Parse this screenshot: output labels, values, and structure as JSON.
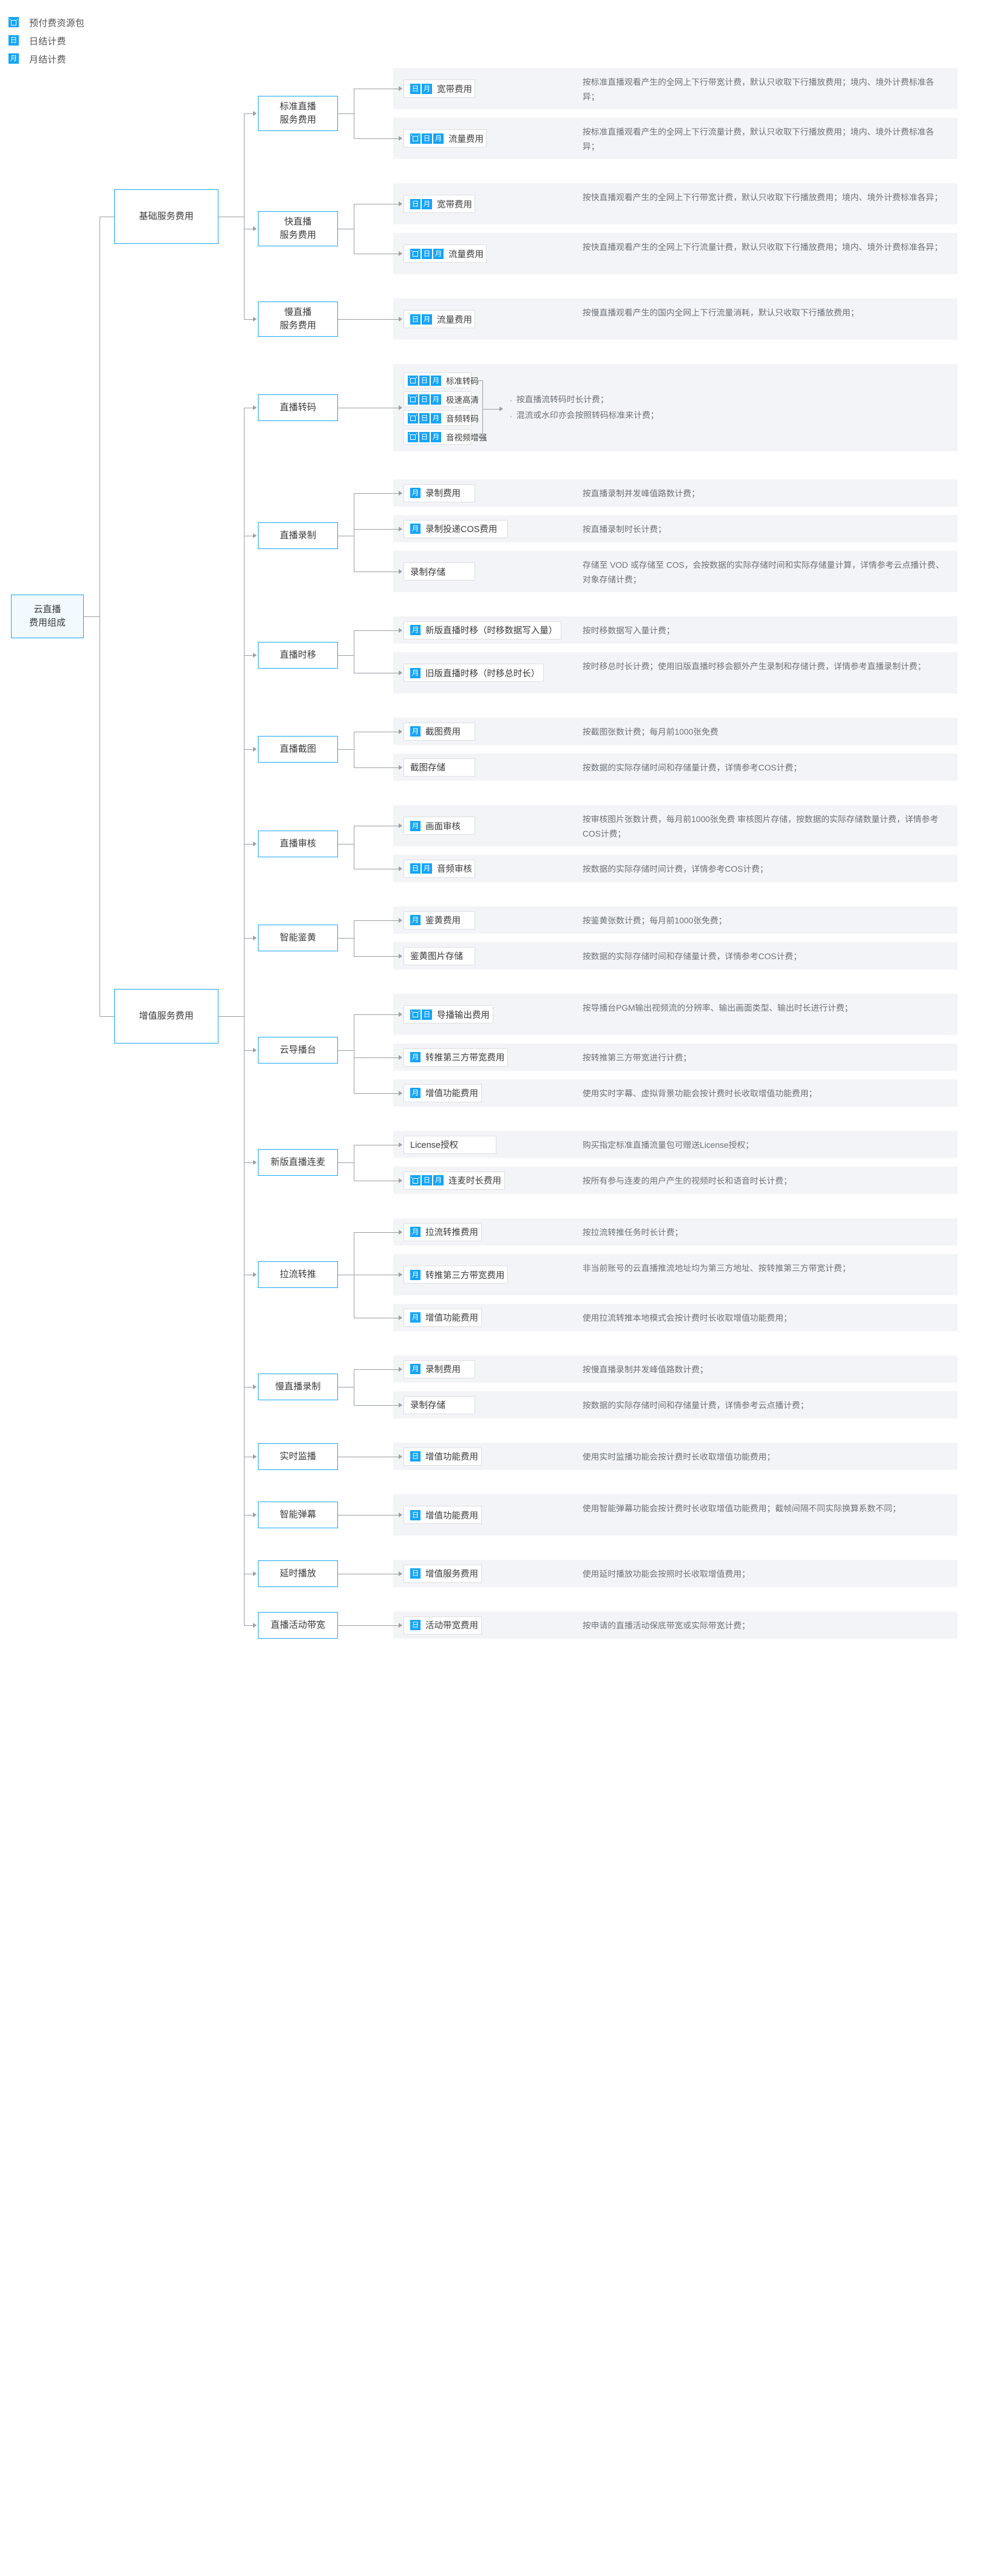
{
  "legend": {
    "items": [
      {
        "icons": [
          "pkg"
        ],
        "label": "预付费资源包"
      },
      {
        "icons": [
          "day"
        ],
        "label": "日结计费"
      },
      {
        "icons": [
          "month"
        ],
        "label": "月结计费"
      }
    ]
  },
  "icon_names": {
    "pkg": "包",
    "day": "日",
    "month": "月"
  },
  "colors": {
    "accent": "#17A7FB",
    "badge": "#15A4FA",
    "strip": "#F2F4F7",
    "line": "#9b9fa4",
    "root_fill": "#F2FAFF",
    "text": "#3b3b3b",
    "desc_text": "#6d7278"
  },
  "root": {
    "line1": "云直播",
    "line2": "费用组成"
  },
  "level2": [
    {
      "label": "基础服务费用"
    },
    {
      "label": "增值服务费用"
    }
  ],
  "groups": [
    {
      "name": "标准直播服务费用",
      "label_l1": "标准直播",
      "label_l2": "服务费用",
      "leaves": [
        {
          "icons": [
            "day",
            "month"
          ],
          "label": "宽带费用",
          "desc": "按标准直播观看产生的全网上下行带宽计费，默认只收取下行播放费用；境内、境外计费标准各异；"
        },
        {
          "icons": [
            "pkg",
            "day",
            "month"
          ],
          "label": "流量费用",
          "desc": "按标准直播观看产生的全网上下行流量计费，默认只收取下行播放费用；境内、境外计费标准各异；"
        }
      ]
    },
    {
      "name": "快直播服务费用",
      "label_l1": "快直播",
      "label_l2": "服务费用",
      "leaves": [
        {
          "icons": [
            "day",
            "month"
          ],
          "label": "宽带费用",
          "desc": "按快直播观看产生的全网上下行带宽计费，默认只收取下行播放费用；境内、境外计费标准各异；"
        },
        {
          "icons": [
            "pkg",
            "day",
            "month"
          ],
          "label": "流量费用",
          "desc": "按快直播观看产生的全网上下行流量计费，默认只收取下行播放费用；境内、境外计费标准各异；"
        }
      ]
    },
    {
      "name": "慢直播服务费用",
      "label_l1": "慢直播",
      "label_l2": "服务费用",
      "leaves": [
        {
          "icons": [
            "day",
            "month"
          ],
          "label": "流量费用",
          "desc": "按慢直播观看产生的国内全网上下行流量消耗，默认只收取下行播放费用；"
        }
      ]
    },
    {
      "name": "直播转码",
      "label_l1": "直播转码",
      "label_l2": "",
      "sub_leaves": [
        {
          "icons": [
            "pkg",
            "day",
            "month"
          ],
          "label": "标准转码"
        },
        {
          "icons": [
            "pkg",
            "day",
            "month"
          ],
          "label": "极速高清"
        },
        {
          "icons": [
            "pkg",
            "day",
            "month"
          ],
          "label": "音频转码"
        },
        {
          "icons": [
            "pkg",
            "day",
            "month"
          ],
          "label": "音视频增强"
        }
      ],
      "notes": [
        "按直播流转码时长计费；",
        "混流或水印亦会按照转码标准来计费；"
      ]
    },
    {
      "name": "直播录制",
      "label_l1": "直播录制",
      "label_l2": "",
      "leaves": [
        {
          "icons": [
            "month"
          ],
          "label": "录制费用",
          "desc": "按直播录制并发峰值路数计费；"
        },
        {
          "icons": [
            "month"
          ],
          "label": "录制投递COS费用",
          "desc": "按直播录制时长计费；"
        },
        {
          "icons": [],
          "label": "录制存储",
          "desc": "存储至 VOD 或存储至 COS，会按数据的实际存储时间和实际存储量计算，详情参考云点播计费、对象存储计费；"
        }
      ]
    },
    {
      "name": "直播时移",
      "label_l1": "直播时移",
      "label_l2": "",
      "leaves": [
        {
          "icons": [
            "month"
          ],
          "label": "新版直播时移（时移数据写入量）",
          "desc": "按时移数据写入量计费；"
        },
        {
          "icons": [
            "month"
          ],
          "label": "旧版直播时移（时移总时长）",
          "desc": "按时移总时长计费；使用旧版直播时移会额外产生录制和存储计费，详情参考直播录制计费；"
        }
      ]
    },
    {
      "name": "直播截图",
      "label_l1": "直播截图",
      "label_l2": "",
      "leaves": [
        {
          "icons": [
            "month"
          ],
          "label": "截图费用",
          "desc": "按截图张数计费；每月前1000张免费"
        },
        {
          "icons": [],
          "label": "截图存储",
          "desc": "按数据的实际存储时间和存储量计费，详情参考COS计费；"
        }
      ]
    },
    {
      "name": "直播审核",
      "label_l1": "直播审核",
      "label_l2": "",
      "leaves": [
        {
          "icons": [
            "month"
          ],
          "label": "画面审核",
          "desc": "按审核图片张数计费，每月前1000张免费 审核图片存储，按数据的实际存储数量计费，详情参考COS计费；"
        },
        {
          "icons": [
            "day",
            "month"
          ],
          "label": "音频审核",
          "desc": "按数据的实际存储时间计费，详情参考COS计费；"
        }
      ]
    },
    {
      "name": "智能鉴黄",
      "label_l1": "智能鉴黄",
      "label_l2": "",
      "leaves": [
        {
          "icons": [
            "month"
          ],
          "label": "鉴黄费用",
          "desc": "按鉴黄张数计费；每月前1000张免费；"
        },
        {
          "icons": [],
          "label": "鉴黄图片存储",
          "desc": "按数据的实际存储时间和存储量计费，详情参考COS计费；"
        }
      ]
    },
    {
      "name": "云导播台",
      "label_l1": "云导播台",
      "label_l2": "",
      "leaves": [
        {
          "icons": [
            "pkg",
            "day"
          ],
          "label": "导播输出费用",
          "desc": "按导播台PGM输出视频流的分辨率、输出画面类型、输出时长进行计费；"
        },
        {
          "icons": [
            "month"
          ],
          "label": "转推第三方带宽费用",
          "desc": "按转推第三方带宽进行计费；"
        },
        {
          "icons": [
            "month"
          ],
          "label": "增值功能费用",
          "desc": "使用实时字幕、虚拟背景功能会按计费时长收取增值功能费用；"
        }
      ]
    },
    {
      "name": "新版直播连麦",
      "label_l1": "新版直播连麦",
      "label_l2": "",
      "leaves": [
        {
          "icons": [],
          "label": "License授权",
          "desc": "购买指定标准直播流量包可赠送License授权；"
        },
        {
          "icons": [
            "pkg",
            "day",
            "month"
          ],
          "label": "连麦时长费用",
          "desc": "按所有参与连麦的用户产生的视频时长和语音时长计费；"
        }
      ]
    },
    {
      "name": "拉流转推",
      "label_l1": "拉流转推",
      "label_l2": "",
      "leaves": [
        {
          "icons": [
            "month"
          ],
          "label": "拉流转推费用",
          "desc": "按拉流转推任务时长计费；"
        },
        {
          "icons": [
            "month"
          ],
          "label": "转推第三方带宽费用",
          "desc": "非当前账号的云直播推流地址均为第三方地址、按转推第三方带宽计费；"
        },
        {
          "icons": [
            "month"
          ],
          "label": "增值功能费用",
          "desc": "使用拉流转推本地模式会按计费时长收取增值功能费用；"
        }
      ]
    },
    {
      "name": "慢直播录制",
      "label_l1": "慢直播录制",
      "label_l2": "",
      "leaves": [
        {
          "icons": [
            "month"
          ],
          "label": "录制费用",
          "desc": "按慢直播录制并发峰值路数计费；"
        },
        {
          "icons": [],
          "label": "录制存储",
          "desc": "按数据的实际存储时间和存储量计费，详情参考云点播计费；"
        }
      ]
    },
    {
      "name": "实时监播",
      "label_l1": "实时监播",
      "label_l2": "",
      "leaves": [
        {
          "icons": [
            "day"
          ],
          "label": "增值功能费用",
          "desc": "使用实时监播功能会按计费时长收取增值功能费用；"
        }
      ]
    },
    {
      "name": "智能弹幕",
      "label_l1": "智能弹幕",
      "label_l2": "",
      "leaves": [
        {
          "icons": [
            "day"
          ],
          "label": "增值功能费用",
          "desc": "使用智能弹幕功能会按计费时长收取增值功能费用；截帧间隔不同实际换算系数不同；"
        }
      ]
    },
    {
      "name": "延时播放",
      "label_l1": "延时播放",
      "label_l2": "",
      "leaves": [
        {
          "icons": [
            "day"
          ],
          "label": "增值服务费用",
          "desc": "使用延时播放功能会按照时长收取增值费用；"
        }
      ]
    },
    {
      "name": "直播活动带宽",
      "label_l1": "直播活动带宽",
      "label_l2": "",
      "leaves": [
        {
          "icons": [
            "day"
          ],
          "label": "活动带宽费用",
          "desc": "按申请的直播活动保底带宽或实际带宽计费；"
        }
      ]
    }
  ]
}
